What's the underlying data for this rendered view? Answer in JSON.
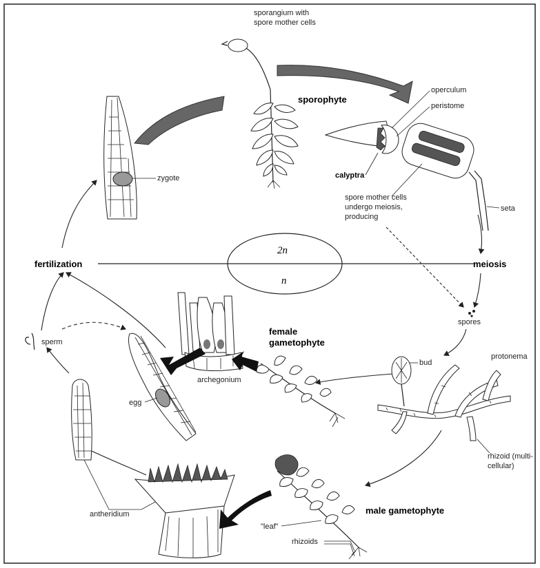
{
  "labels": {
    "sporangium": [
      "sporangium with",
      "spore mother cells"
    ],
    "sporophyte": "sporophyte",
    "operculum": "operculum",
    "peristome": "peristome",
    "calyptra": "calyptra",
    "zygote": "zygote",
    "meiosis_note": [
      "spore mother cells",
      "undergo meiosis,",
      "producing"
    ],
    "seta": "seta",
    "ploidy_2n": "2n",
    "ploidy_n": "n",
    "fertilization": "fertilization",
    "meiosis": "meiosis",
    "spores": "spores",
    "female_gametophyte": [
      "female",
      "gametophyte"
    ],
    "sperm": "sperm",
    "bud": "bud",
    "protonema": "protonema",
    "archegonium": "archegonium",
    "egg": "egg",
    "rhizoid": [
      "rhizoid (multi-",
      "cellular)"
    ],
    "antheridium": "antheridium",
    "male_gametophyte": "male gametophyte",
    "leaf": "\"leaf\"",
    "rhizoids": "rhizoids"
  }
}
